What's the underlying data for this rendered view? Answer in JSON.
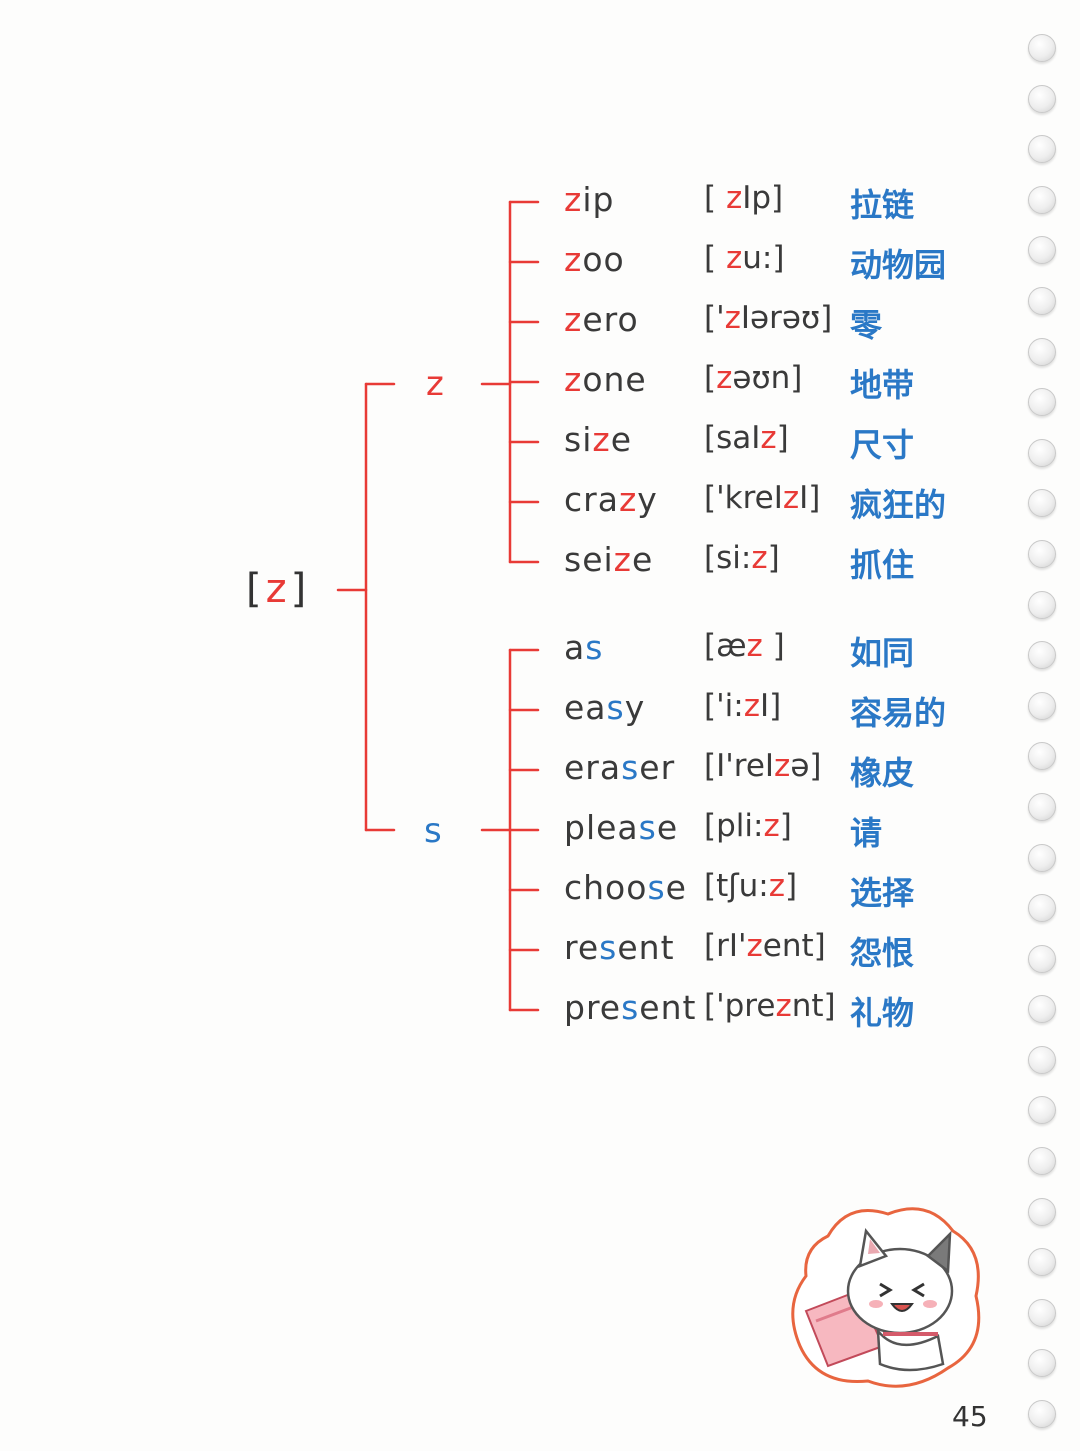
{
  "root": {
    "prefix": "[",
    "symbol": "z",
    "suffix": "]"
  },
  "branches": [
    {
      "label": "z",
      "color": "#e83a36",
      "words": [
        {
          "pre": "",
          "hl": "z",
          "post": "ip",
          "ipa_pre": "[ ",
          "ipa_hl": "z",
          "ipa_post": "Ip]",
          "cn": "拉链"
        },
        {
          "pre": "",
          "hl": "z",
          "post": "oo",
          "ipa_pre": "[ ",
          "ipa_hl": "z",
          "ipa_post": "u:]",
          "cn": "动物园"
        },
        {
          "pre": "",
          "hl": "z",
          "post": "ero",
          "ipa_pre": "['",
          "ipa_hl": "z",
          "ipa_post": "Iərəʊ]",
          "cn": "零"
        },
        {
          "pre": "",
          "hl": "z",
          "post": "one",
          "ipa_pre": "[",
          "ipa_hl": "z",
          "ipa_post": "əʊn]",
          "cn": "地带"
        },
        {
          "pre": "si",
          "hl": "z",
          "post": "e",
          "ipa_pre": "[saI",
          "ipa_hl": "z",
          "ipa_post": "]",
          "cn": "尺寸"
        },
        {
          "pre": "cra",
          "hl": "z",
          "post": "y",
          "ipa_pre": "['kreI",
          "ipa_hl": "z",
          "ipa_post": "I]",
          "cn": "疯狂的"
        },
        {
          "pre": "sei",
          "hl": "z",
          "post": "e",
          "ipa_pre": "[si:",
          "ipa_hl": "z",
          "ipa_post": "]",
          "cn": "抓住"
        }
      ]
    },
    {
      "label": "s",
      "color": "#2a78c6",
      "words": [
        {
          "pre": "a",
          "hl": "s",
          "post": "",
          "ipa_pre": "[æ",
          "ipa_hl": "z",
          "ipa_post": " ]",
          "cn": "如同"
        },
        {
          "pre": "ea",
          "hl": "s",
          "post": "y",
          "ipa_pre": "['i:",
          "ipa_hl": "z",
          "ipa_post": "I]",
          "cn": "容易的"
        },
        {
          "pre": "era",
          "hl": "s",
          "post": "er",
          "ipa_pre": "[I'reI",
          "ipa_hl": "z",
          "ipa_post": "ə]",
          "cn": "橡皮"
        },
        {
          "pre": "plea",
          "hl": "s",
          "post": "e",
          "ipa_pre": "[pli:",
          "ipa_hl": "z",
          "ipa_post": "]",
          "cn": "请"
        },
        {
          "pre": "choo",
          "hl": "s",
          "post": "e",
          "ipa_pre": "[tʃu:",
          "ipa_hl": "z",
          "ipa_post": "]",
          "cn": "选择"
        },
        {
          "pre": "re",
          "hl": "s",
          "post": "ent",
          "ipa_pre": "[rI'",
          "ipa_hl": "z",
          "ipa_post": "ent]",
          "cn": "怨恨"
        },
        {
          "pre": "pre",
          "hl": "s",
          "post": "ent",
          "ipa_pre": "['pre",
          "ipa_hl": "z",
          "ipa_post": "nt]",
          "cn": "礼物"
        }
      ]
    }
  ],
  "page_number": "45",
  "sticker": {
    "icon": "cartoon-cat-with-pillow-sticker"
  },
  "binding": {
    "icon": "spiral-binding-rings",
    "ring_count": 28
  }
}
